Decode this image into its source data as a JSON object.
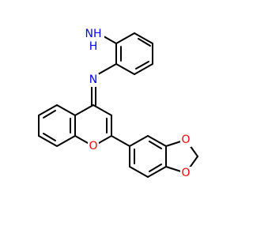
{
  "molecule": {
    "atoms": {
      "amine_N": "NH",
      "amine_H": "H",
      "imine_N": "N",
      "ring_O": "O",
      "dioxole_O1": "O",
      "dioxole_O2": "O"
    },
    "colors": {
      "nitrogen": "#0000ff",
      "oxygen": "#ff0000",
      "bond": "#000000",
      "background": "#ffffff"
    }
  }
}
